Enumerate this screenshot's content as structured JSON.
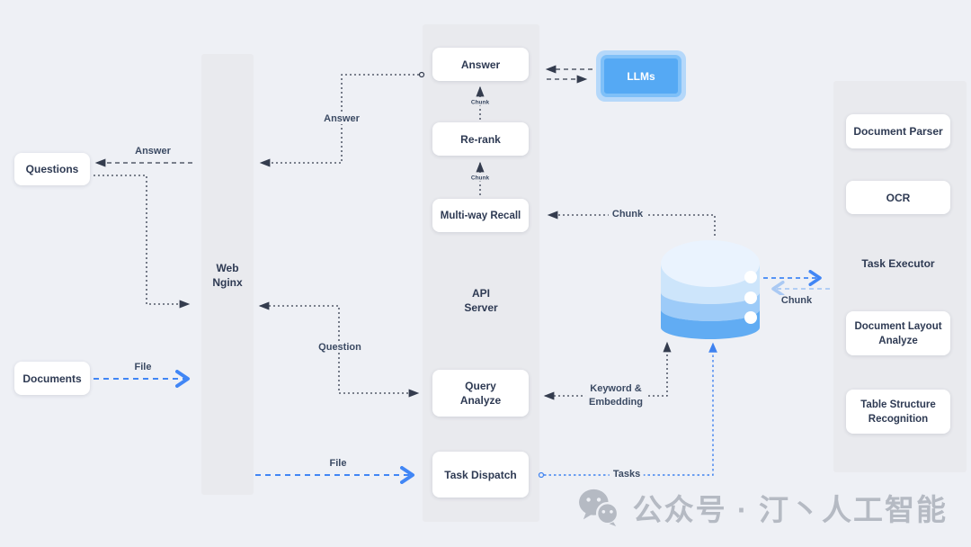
{
  "colors": {
    "background": "#eef0f5",
    "panel": "#e9eaee",
    "box_text": "#2e3a53",
    "line_dark": "#343c4e",
    "blue": "#4186f5",
    "blue_light": "#aac9f3",
    "llm_outer": "#b5d8fa",
    "llm_ring": "#7fc0f8",
    "llm_inner": "#55a9f4",
    "cylinder_top": "#eaf3fe",
    "cylinder_band1": "#cde5fb",
    "cylinder_band2": "#9dcbf8",
    "cylinder_band3": "#61acf3",
    "watermark": "#b5bac3"
  },
  "nodes": {
    "questions": {
      "label": "Questions"
    },
    "documents": {
      "label": "Documents"
    },
    "web_nginx": {
      "line1": "Web",
      "line2": "Nginx"
    },
    "api_server": {
      "line1": "API",
      "line2": "Server"
    },
    "answer": {
      "label": "Answer"
    },
    "rerank": {
      "label": "Re-rank"
    },
    "multiway_recall": {
      "label": "Multi-way Recall"
    },
    "query_analyze": {
      "line1": "Query",
      "line2": "Analyze"
    },
    "task_dispatch": {
      "label": "Task Dispatch"
    },
    "llms": {
      "label": "LLMs"
    }
  },
  "right_panel": {
    "document_parser": "Document Parser",
    "ocr": "OCR",
    "task_executor": "Task Executor",
    "document_layout": {
      "line1": "Document Layout",
      "line2": "Analyze"
    },
    "table_structure": {
      "line1": "Table Structure",
      "line2": "Recognition"
    }
  },
  "edge_labels": {
    "answer_to_questions": "Answer",
    "answer_to_nginx": "Answer",
    "question": "Question",
    "file_to_nginx": "File",
    "file_to_dispatch": "File",
    "chunk_rerank_to_answer": "Chunk",
    "chunk_recall_to_rerank": "Chunk",
    "chunk_db_to_recall": "Chunk",
    "chunk_db_right": "Chunk",
    "keyword": {
      "line1": "Keyword &",
      "line2": "Embedding"
    },
    "tasks": "Tasks"
  },
  "watermark": {
    "text": "公众号 · 汀丶人工智能"
  }
}
